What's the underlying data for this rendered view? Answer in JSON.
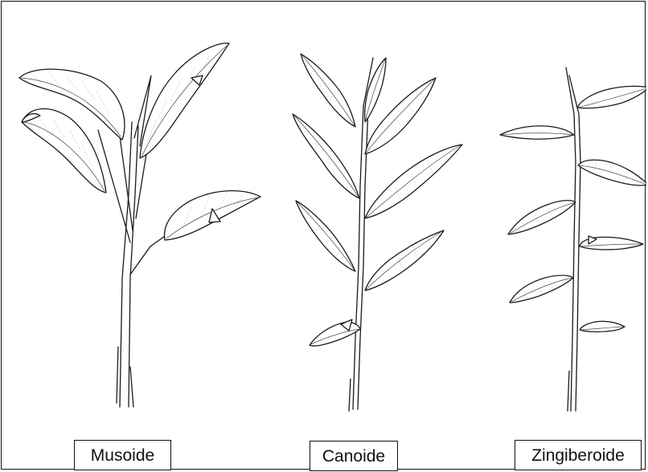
{
  "labels": {
    "musoide": "Musoide",
    "canoide": "Canoide",
    "zingiberoide": "Zingiberoide"
  },
  "colors": {
    "ink": "#1a1a1a",
    "background": "#ffffff"
  }
}
